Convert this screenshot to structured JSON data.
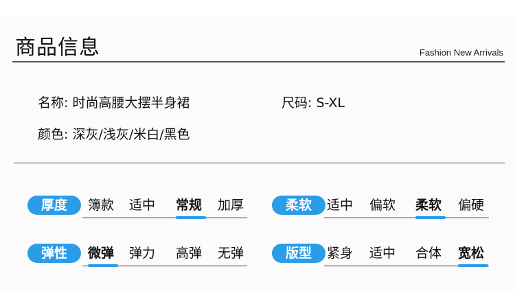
{
  "header": {
    "title": "商品信息",
    "subtitle": "Fashion New Arrivals"
  },
  "info": {
    "name": "名称: 时尚高腰大摆半身裙",
    "size": "尺码: S-XL",
    "color": "颜色: 深灰/浅灰/米白/黑色"
  },
  "attributes": [
    {
      "label": "厚度",
      "options": [
        "簿款",
        "适中",
        "常规",
        "加厚"
      ],
      "selected": 2
    },
    {
      "label": "柔软",
      "options": [
        "适中",
        "偏软",
        "柔软",
        "偏硬"
      ],
      "selected": 2
    },
    {
      "label": "弹性",
      "options": [
        "微弹",
        "弹力",
        "高弹",
        "无弹"
      ],
      "selected": 0
    },
    {
      "label": "版型",
      "options": [
        "紧身",
        "适中",
        "合体",
        "宽松"
      ],
      "selected": 3
    }
  ],
  "colors": {
    "accent": "#2a9ce8"
  }
}
